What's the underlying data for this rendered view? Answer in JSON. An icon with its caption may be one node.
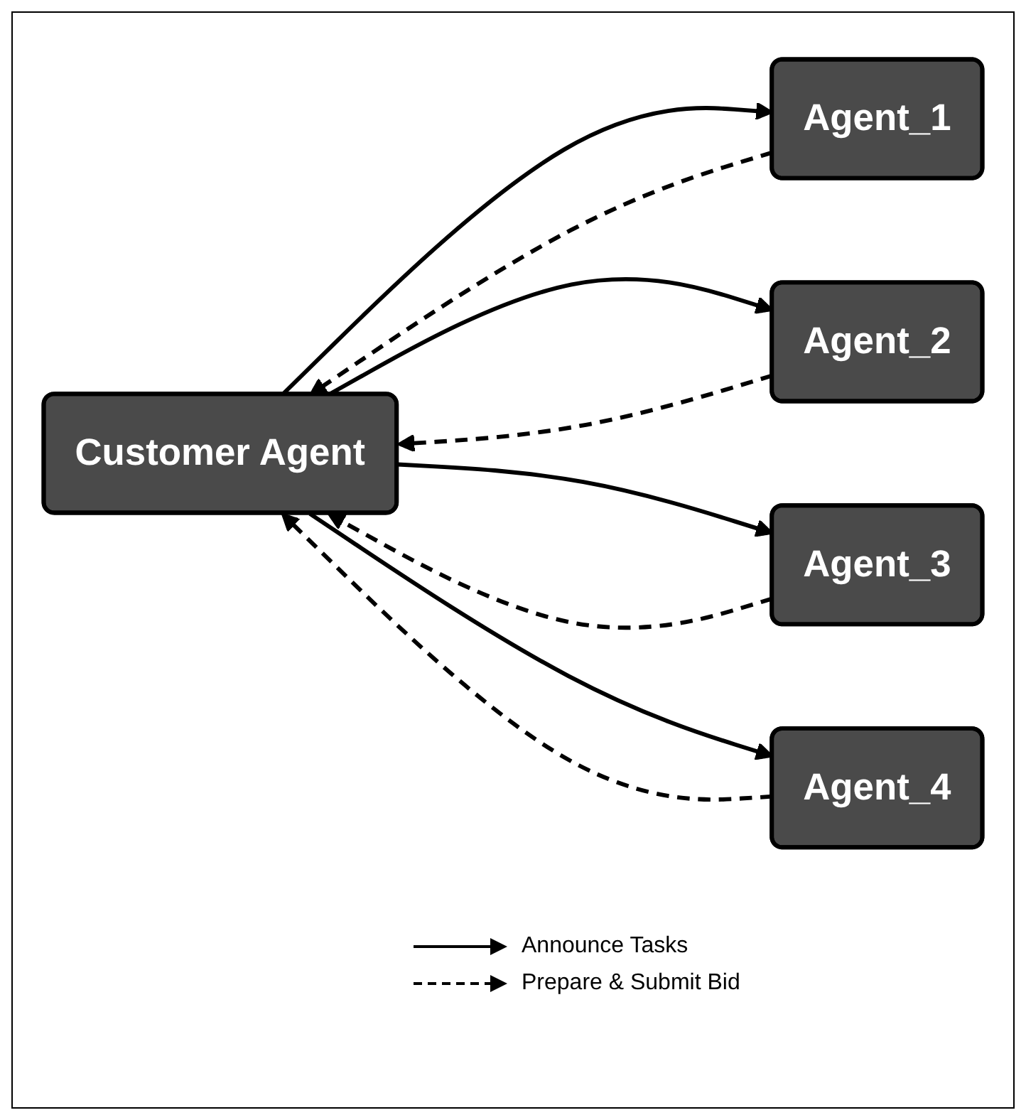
{
  "diagram": {
    "nodes": [
      {
        "text": [
          "Customer Agent"
        ]
      },
      {
        "text": [
          "Agent_1"
        ]
      },
      {
        "text": [
          "Agent_2"
        ]
      },
      {
        "text": [
          "Agent_3"
        ]
      },
      {
        "text": [
          "Agent_4"
        ]
      }
    ],
    "edges": [
      {
        "from": 0,
        "to": 1,
        "arrow": "to"
      },
      {
        "from": 1,
        "to": 0,
        "arrow": "to",
        "style": "dashed"
      },
      {
        "from": 0,
        "to": 2,
        "arrow": "to"
      },
      {
        "from": 2,
        "to": 0,
        "arrow": "to",
        "style": "dashed"
      },
      {
        "from": 0,
        "to": 3,
        "arrow": "to"
      },
      {
        "from": 3,
        "to": 0,
        "arrow": "to",
        "style": "dashed"
      },
      {
        "from": 0,
        "to": 4,
        "arrow": "to"
      },
      {
        "from": 4,
        "to": 0,
        "arrow": "to",
        "style": "dashed"
      }
    ],
    "legend": [
      {
        "text": "Announce Tasks"
      },
      {
        "text": "Prepare & Submit Bid"
      }
    ]
  }
}
